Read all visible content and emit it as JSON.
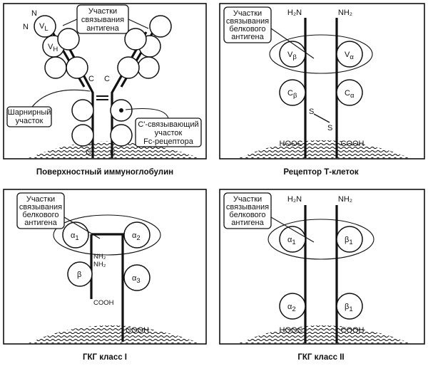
{
  "panels": {
    "immunoglobulin": {
      "caption": "Поверхностный иммуноглобулин",
      "callout_binding": [
        "Участки",
        "связывания",
        "антигена"
      ],
      "callout_hinge": [
        "Шарнирный",
        "участок"
      ],
      "callout_complement": [
        "C'-связывающий",
        "участок",
        "Fc-рецептора"
      ],
      "labels": {
        "n_left": "N",
        "n_right": "N",
        "vl": "V",
        "vl_sub": "L",
        "vh": "V",
        "vh_sub": "H",
        "c_left": "C",
        "c_right": "C",
        "c_bottom_left": "C",
        "c_bottom_right": "C"
      }
    },
    "tcr": {
      "caption": "Рецептор Т-клеток",
      "callout": [
        "Участки",
        "связывания",
        "белкового",
        "антигена"
      ],
      "h2n": "H₂N",
      "nh2": "NH₂",
      "v_beta": "V",
      "v_beta_sub": "β",
      "v_alpha": "V",
      "v_alpha_sub": "α",
      "c_beta": "C",
      "c_beta_sub": "β",
      "c_alpha": "C",
      "c_alpha_sub": "α",
      "s_upper": "S",
      "s_lower": "S",
      "hooc": "HOOC",
      "cooh": "COOH"
    },
    "mhc1": {
      "caption": "ГКГ класс I",
      "callout": [
        "Участки",
        "связывания",
        "белкового",
        "антигена"
      ],
      "a1": "α",
      "a1_sub": "1",
      "a2": "α",
      "a2_sub": "2",
      "a3": "α",
      "a3_sub": "3",
      "beta": "β",
      "nh2_top": "NH₂",
      "nh2_bottom": "NH₂",
      "cooh_beta": "COOH",
      "cooh_chain": "COOH"
    },
    "mhc2": {
      "caption": "ГКГ класс II",
      "callout": [
        "Участки",
        "связывания",
        "белкового",
        "антигена"
      ],
      "h2n": "H₂N",
      "nh2": "NH₂",
      "a1": "α",
      "a1_sub": "1",
      "b1": "β",
      "b1_sub": "1",
      "a2": "α",
      "a2_sub": "2",
      "b2": "β",
      "b2_sub": "1",
      "hooc": "HOOC",
      "cooh": "COOH"
    }
  }
}
